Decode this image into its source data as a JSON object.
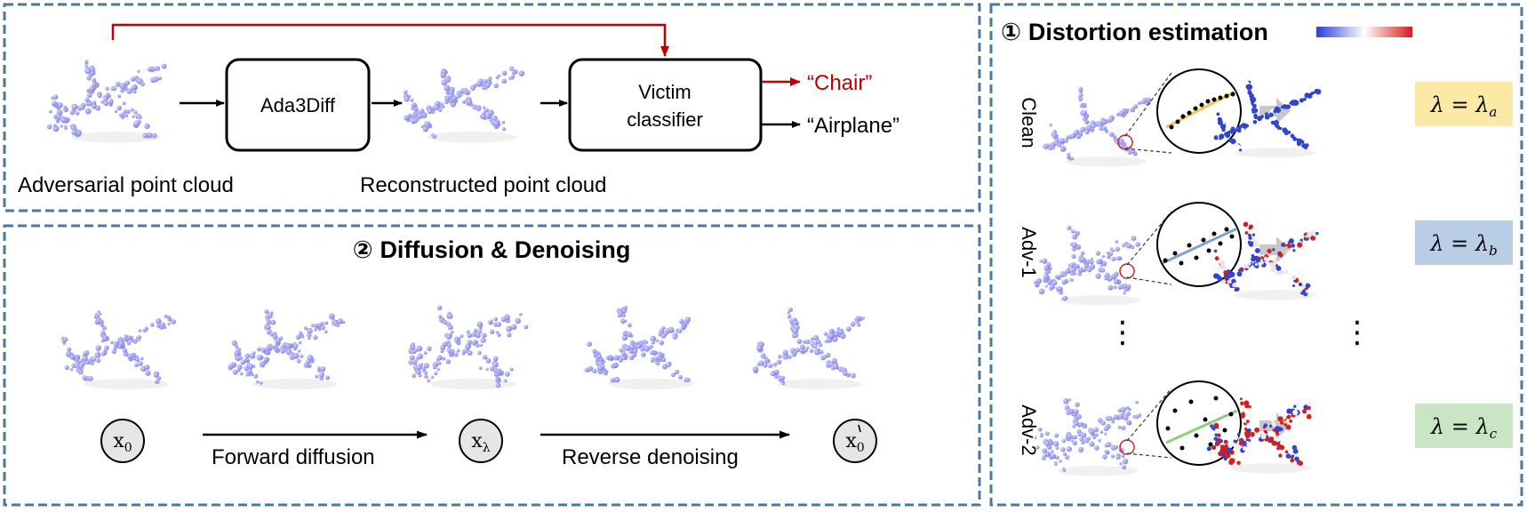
{
  "top_panel": {
    "ada_box_label": "Ada3Diff",
    "victim_line1": "Victim",
    "victim_line2": "classifier",
    "output_chair": "“Chair”",
    "output_airplane": "“Airplane”",
    "caption_adversarial": "Adversarial point cloud",
    "caption_reconstructed": "Reconstructed point cloud"
  },
  "diffusion_panel": {
    "title_num": "②",
    "title": "Diffusion & Denoising",
    "node_x0": "x",
    "node_x0_sub": "0",
    "node_xl": "x",
    "node_xl_sub": "λ",
    "node_x0p": "x",
    "node_x0p_sub": "0",
    "forward_label": "Forward diffusion",
    "reverse_label": "Reverse denoising"
  },
  "distortion_panel": {
    "title_num": "①",
    "title": "Distortion estimation",
    "rows": [
      {
        "label": "Clean",
        "lambda_text": "λ = λ",
        "lambda_sub": "a",
        "color": "#fde9a6"
      },
      {
        "label": "Adv-1",
        "lambda_text": "λ = λ",
        "lambda_sub": "b",
        "color": "#b9cde6"
      },
      {
        "label": "Adv-2",
        "lambda_text": "λ = λ",
        "lambda_sub": "c",
        "color": "#c8e6c4"
      }
    ],
    "ellipsis": "⋮"
  },
  "colors": {
    "panel_border": "#4a78a0",
    "highlight_red": "#c00000",
    "point_purple": "#9a9af0"
  }
}
